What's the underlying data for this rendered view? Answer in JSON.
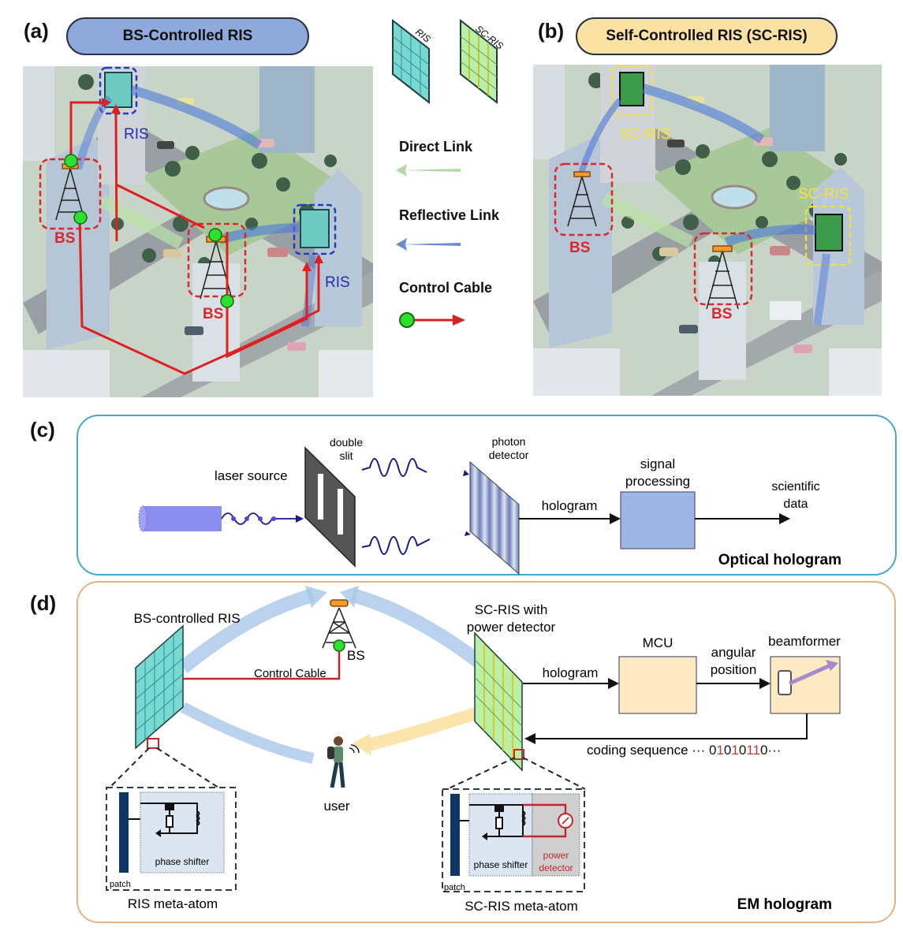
{
  "panels": {
    "a": {
      "letter": "(a)",
      "title": "BS-Controlled RIS",
      "title_color": "#8ea9dc",
      "labels": {
        "ris_top": "RIS",
        "ris_right": "RIS",
        "bs_left": "BS",
        "bs_center": "BS"
      }
    },
    "b": {
      "letter": "(b)",
      "title": "Self-Controlled RIS (SC-RIS)",
      "title_color": "#fbe2a4",
      "labels": {
        "scris_top": "SC-RIS",
        "scris_right": "SC-RIS",
        "bs_left": "BS",
        "bs_center": "BS"
      }
    },
    "legend": {
      "ris_tile": "RIS",
      "scris_tile": "SC-RIS",
      "direct_link": "Direct Link",
      "reflective_link": "Reflective Link",
      "control_cable": "Control Cable"
    },
    "c": {
      "letter": "(c)",
      "laser_source": "laser source",
      "double_slit": [
        "double",
        "slit"
      ],
      "photon_detector": [
        "photon",
        "detector"
      ],
      "hologram": "hologram",
      "signal_processing": [
        "signal",
        "processing"
      ],
      "scientific_data": [
        "scientific",
        "data"
      ],
      "caption": "Optical hologram",
      "frame_color": "#4aa8c8"
    },
    "d": {
      "letter": "(d)",
      "bs_controlled_ris": "BS-controlled RIS",
      "bs": "BS",
      "control_cable": "Control Cable",
      "scris_title": [
        "SC-RIS with",
        "power detector"
      ],
      "hologram": "hologram",
      "mcu": "MCU",
      "angular_position": [
        "angular",
        "position"
      ],
      "beamformer": "beamformer",
      "coding_prefix": "coding sequence ··· ",
      "coding_bits": [
        "0",
        "1",
        "0",
        "1",
        "0",
        "1",
        "1",
        "0"
      ],
      "coding_bit_colors": [
        "#111",
        "#c0392b",
        "#111",
        "#c0392b",
        "#111",
        "#c0392b",
        "#c0392b",
        "#111"
      ],
      "coding_suffix": "···",
      "user": "user",
      "ris_atom": {
        "patch": "patch",
        "phase_shifter": "phase shifter",
        "caption": "RIS meta-atom"
      },
      "scris_atom": {
        "patch": "patch",
        "phase_shifter": "phase shifter",
        "power_detector": [
          "power",
          "detector"
        ],
        "caption": "SC-RIS meta-atom"
      },
      "caption": "EM hologram",
      "frame_color": "#e0b48a"
    }
  }
}
